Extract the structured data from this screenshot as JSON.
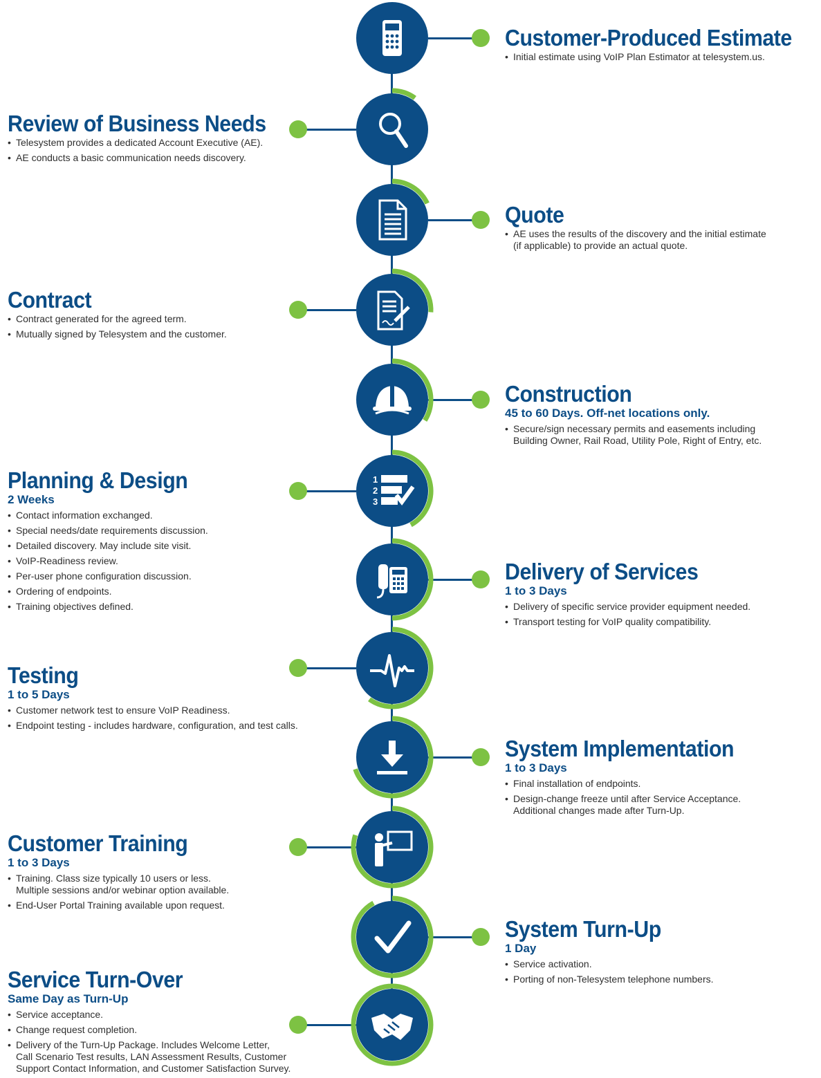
{
  "colors": {
    "navy": "#0c4d86",
    "green": "#7dc243"
  },
  "steps": [
    {
      "title": "Customer-Produced Estimate",
      "duration": "",
      "icon": "calculator-icon",
      "bullets": [
        "Initial estimate using VoIP Plan Estimator at telesystem.us."
      ]
    },
    {
      "title": "Review of Business Needs",
      "duration": "",
      "icon": "magnifier-icon",
      "bullets": [
        "Telesystem provides a dedicated Account Executive (AE).",
        "AE conducts a basic communication needs discovery."
      ]
    },
    {
      "title": "Quote",
      "duration": "",
      "icon": "document-icon",
      "bullets": [
        "AE uses the results of the discovery and the initial estimate\n(if applicable) to provide an actual quote."
      ]
    },
    {
      "title": "Contract",
      "duration": "",
      "icon": "signed-contract-icon",
      "bullets": [
        "Contract generated for the agreed term.",
        "Mutually signed by Telesystem and the customer."
      ]
    },
    {
      "title": "Construction",
      "duration": "45 to 60 Days. Off-net locations only.",
      "icon": "hard-hat-icon",
      "bullets": [
        "Secure/sign necessary permits and easements including\nBuilding Owner, Rail Road, Utility Pole, Right of Entry, etc."
      ]
    },
    {
      "title": "Planning & Design",
      "duration": "2 Weeks",
      "icon": "checklist-icon",
      "bullets": [
        "Contact information exchanged.",
        "Special needs/date requirements discussion.",
        "Detailed discovery. May include site visit.",
        "VoIP-Readiness review.",
        "Per-user phone configuration discussion.",
        "Ordering of endpoints.",
        "Training objectives defined."
      ]
    },
    {
      "title": "Delivery of Services",
      "duration": "1 to 3 Days",
      "icon": "desk-phone-icon",
      "bullets": [
        "Delivery of specific service provider equipment needed.",
        "Transport testing for VoIP quality compatibility."
      ]
    },
    {
      "title": "Testing",
      "duration": "1 to 5 Days",
      "icon": "heartbeat-icon",
      "bullets": [
        "Customer network test to ensure VoIP Readiness.",
        "Endpoint testing - includes hardware, configuration, and test calls."
      ]
    },
    {
      "title": "System Implementation",
      "duration": "1 to 3 Days",
      "icon": "download-icon",
      "bullets": [
        "Final installation of endpoints.",
        "Design-change freeze until after Service Acceptance.\nAdditional changes made after Turn-Up."
      ]
    },
    {
      "title": "Customer Training",
      "duration": "1 to 3 Days",
      "icon": "presenter-icon",
      "bullets": [
        "Training. Class size typically 10 users or less.\nMultiple sessions and/or webinar option available.",
        "End-User Portal Training available upon request."
      ]
    },
    {
      "title": "System Turn-Up",
      "duration": "1 Day",
      "icon": "checkmark-icon",
      "bullets": [
        "Service activation.",
        "Porting of non-Telesystem telephone numbers."
      ]
    },
    {
      "title": "Service Turn-Over",
      "duration": "Same Day as Turn-Up",
      "icon": "handshake-icon",
      "bullets": [
        "Service acceptance.",
        "Change request completion.",
        "Delivery of the Turn-Up Package. Includes Welcome Letter,\nCall Scenario Test results, LAN Assessment Results, Customer\nSupport Contact Information, and Customer Satisfaction Survey."
      ]
    }
  ]
}
